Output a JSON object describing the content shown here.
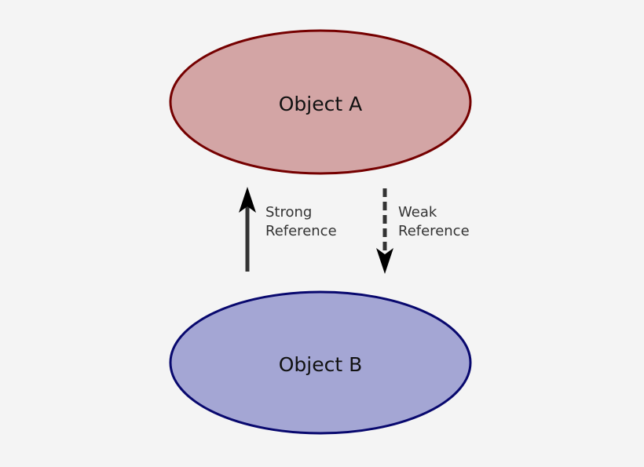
{
  "nodes": {
    "object_a": {
      "label": "Object A",
      "fill": "#d3a5a5",
      "stroke": "#750000"
    },
    "object_b": {
      "label": "Object B",
      "fill": "#a4a6d4",
      "stroke": "#08086e"
    }
  },
  "edges": {
    "strong": {
      "line1": "Strong",
      "line2": "Reference",
      "from": "Object B",
      "to": "Object A",
      "style": "solid"
    },
    "weak": {
      "line1": "Weak",
      "line2": "Reference",
      "from": "Object A",
      "to": "Object B",
      "style": "dashed"
    }
  },
  "colors": {
    "background": "#f4f4f4",
    "arrow": "#333333",
    "arrowhead": "#000000"
  }
}
